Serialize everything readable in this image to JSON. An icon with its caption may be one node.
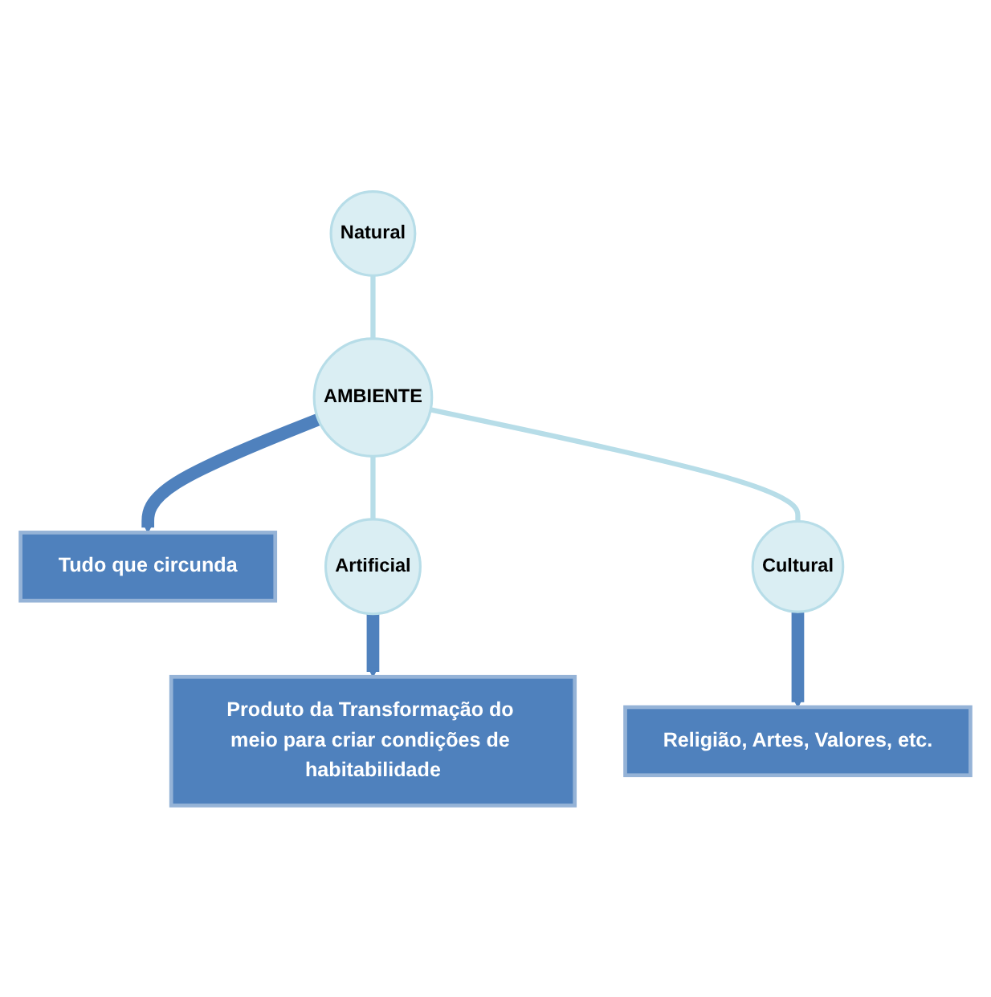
{
  "diagram": {
    "nodes": [
      {
        "text": [
          "Natural"
        ]
      },
      {
        "text": [
          "Tudo que circunda"
        ]
      },
      {
        "text": [
          "AMBIENTE"
        ]
      },
      {
        "text": [
          "Artificial"
        ]
      },
      {
        "text": [
          "Cultural"
        ]
      },
      {
        "text": [
          "Produto da Transformação do meio para criar condições de habitabilidade"
        ]
      },
      {
        "text": [
          "Religião, Artes, Valores, etc."
        ]
      }
    ],
    "edges": [
      {
        "from": 0,
        "to": 2,
        "arrow": "none"
      },
      {
        "from": 2,
        "to": 1,
        "arrow": "to",
        "style": "thick",
        "color": "#4f81bd"
      },
      {
        "from": 2,
        "to": 3,
        "arrow": "none"
      },
      {
        "from": 2,
        "to": 4,
        "arrow": "none"
      },
      {
        "from": 3,
        "to": 5,
        "arrow": "to",
        "style": "thick",
        "color": "#4f81bd"
      },
      {
        "from": 4,
        "to": 6,
        "arrow": "to",
        "style": "thick",
        "color": "#4f81bd"
      }
    ]
  }
}
